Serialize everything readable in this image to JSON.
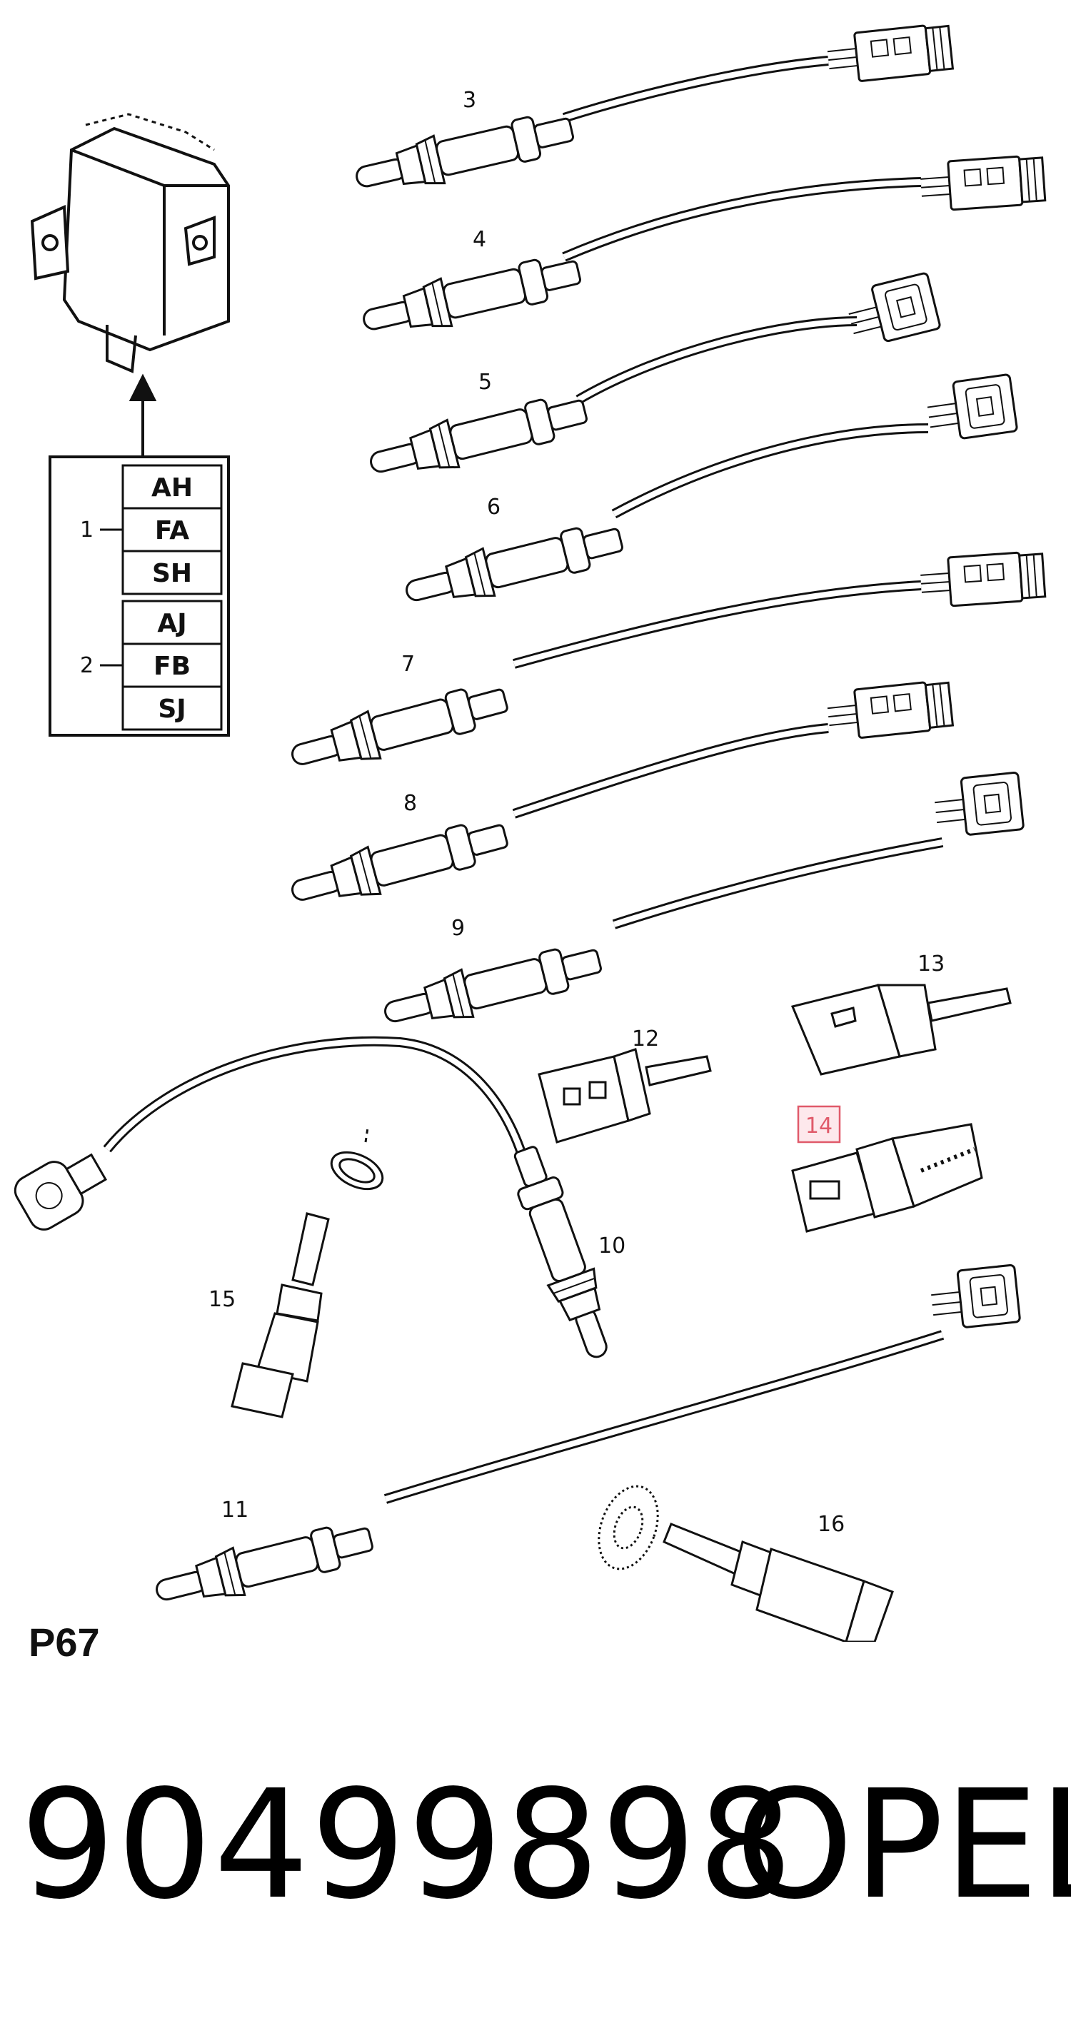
{
  "diagram": {
    "id_label": "P67",
    "highlighted_callout": "14",
    "highlight_color": "#e05a6a",
    "callouts": [
      "3",
      "4",
      "5",
      "6",
      "7",
      "8",
      "9",
      "10",
      "11",
      "12",
      "13",
      "14",
      "15",
      "16"
    ],
    "variant_table": {
      "groups": [
        {
          "label": "1",
          "codes": [
            "AH",
            "FA",
            "SH"
          ]
        },
        {
          "label": "2",
          "codes": [
            "AJ",
            "FB",
            "SJ"
          ]
        }
      ]
    }
  },
  "footer": {
    "part_number": "90499898",
    "brand": "OPEL"
  }
}
